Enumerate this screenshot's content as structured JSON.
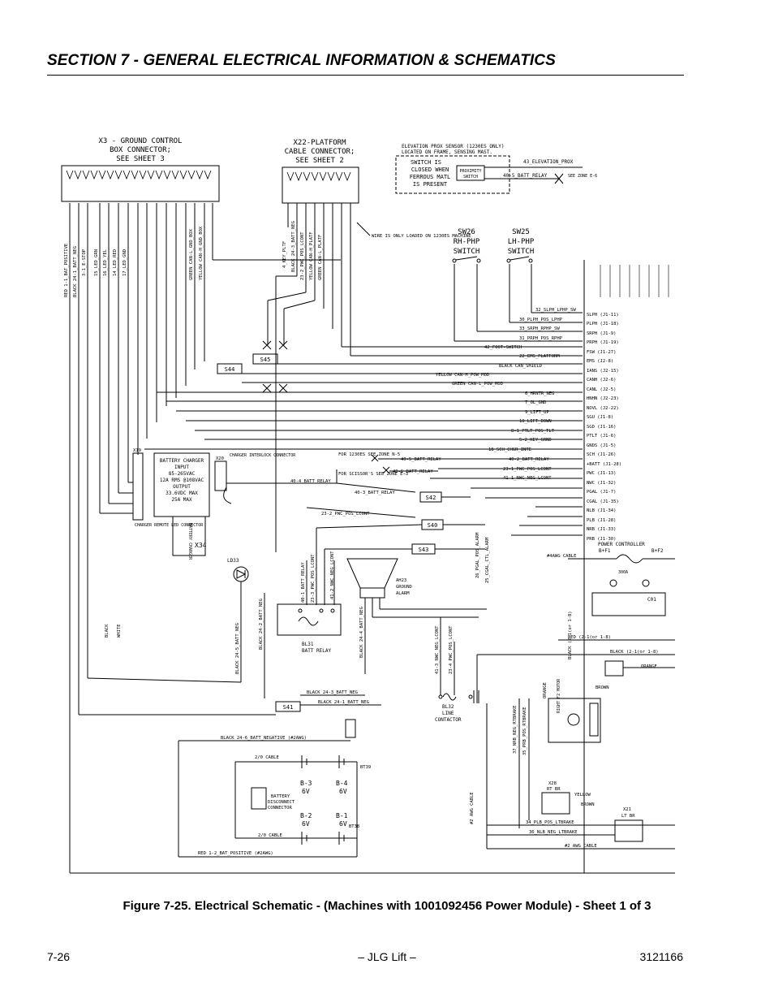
{
  "header": {
    "section_title": "SECTION 7 - GENERAL ELECTRICAL INFORMATION & SCHEMATICS"
  },
  "schematic": {
    "x3_title": "X3 - GROUND CONTROL",
    "x3_sub1": "BOX CONNECTOR;",
    "x3_sub2": "SEE SHEET 3",
    "x22_title": "X22-PLATFORM",
    "x22_sub1": "CABLE CONNECTOR;",
    "x22_sub2": "SEE SHEET 2",
    "elev_note1": "ELEVATION PROX SENSOR (1230ES ONLY)",
    "elev_note2": "LOCATED ON FRAME, SENSING MAST.",
    "switch_note1": "SWITCH IS",
    "switch_note2": "CLOSED WHEN",
    "switch_note3": "FERROUS MATL",
    "switch_note4": "IS PRESENT",
    "prox_label1": "PROXIMITY",
    "prox_label2": "SWITCH",
    "wire_elev": "43_ELEVATION_PROX",
    "wire_batt_relay_top": "40-5_BATT_RELAY",
    "see_zone_e6": "SEE ZONE E-6",
    "wire_note": "WIRE IS ONLY LOADED ON 1230ES MACHINE",
    "sw26": "SW26",
    "sw26_label1": "RH-PHP",
    "sw26_label2": "SWITCH",
    "sw25": "SW25",
    "sw25_label1": "LH-PHP",
    "sw25_label2": "SWITCH",
    "left_wires": [
      "RED 1-1_BAT_POSITIVE",
      "BLACK 24-1_BATT_NEG",
      "3-1_E-STOP",
      "15_LED_GRN",
      "16_LED_YEL",
      "14_LED_RED",
      "17_LED_GND",
      "GREEN CAN-L_GND_BOX",
      "YELLOW CAN-H_GND_BOX"
    ],
    "plat_wires": [
      "4_KEY_PLTF",
      "BLACK 24-3_BATT_NEG",
      "23-2_PWC_POS_LCONT",
      "YELLOW CAN-H_PLATF",
      "GREEN CAN-L_PLATF"
    ],
    "bus_wires": [
      "32_SLPH_LPHP_SW",
      "30_PLPH_POS_LPHP",
      "33_SRPH_RPHP_SW",
      "31_PRPH_POS_RPHP",
      "42_FOOT-SWITCH",
      "22_EMS_PLATFORM",
      "BLACK CAN_SHIELD",
      "YELLOW CAN-H_POW_MOD",
      "GREEN CAN-L_POW_MOD",
      "6_HRNTR_NEG",
      "7_OL_GND",
      "9_LIFT_UP",
      "10_LIFT_DOWN",
      "8-1_PTLT_POS_TLT",
      "5-2_KEY_GRND",
      "18_SCH_CHGR_INTE",
      "40-2_BATT_RELAY",
      "23-1_PWC_POS_LCONT",
      "41-1_NWC_NEG_LCONT"
    ],
    "pin_labels": [
      "SLPH (J1-11)",
      "PLPH (J1-18)",
      "SRPH (J1-9)",
      "PRPH (J1-19)",
      "FSW (J1-27)",
      "EMS (J2-8)",
      "IANS (J2-15)",
      "CANH (J2-6)",
      "CANL (J2-5)",
      "HNHN (J2-23)",
      "NOVL (J2-22)",
      "SGU (J1-8)",
      "SGD (J1-16)",
      "PTLT (J1-6)",
      "GNDS (J1-5)",
      "SCH (J1-26)",
      "+BATT (J1-28)",
      "PWC (J1-13)",
      "NWC (J1-32)",
      "PGAL (J1-7)",
      "CGAL (J1-35)",
      "NLB (J1-34)",
      "PLB (J1-28)",
      "NRB (J1-33)",
      "PRB (J1-30)"
    ],
    "power_controller": "POWER CONTROLLER",
    "s45": "S45",
    "s44": "S44",
    "s42": "S42",
    "s40": "S40",
    "s43": "S43",
    "s41": "S41",
    "charger_title1": "BATTERY CHARGER",
    "charger_title2": "INPUT",
    "charger_l1": "85-265VAC",
    "charger_l2": "12A RMS @108VAC",
    "charger_l3": "OUTPUT",
    "charger_l4": "33.6VDC MAX",
    "charger_l5": "25A MAX",
    "x19": "X19",
    "x20": "X20",
    "charger_interlock": "CHARGER INTERLOCK CONNECTOR",
    "charger_led": "CHARGER REMOTE LED CONNECTOR",
    "x34": "X34",
    "battery_charger": "BATTERY CHARGER",
    "for_1230es": "FOR 1230ES SEE ZONE N-5",
    "for_scissors": "FOR SCISSOR'S SEE ZONE E-3",
    "wire_40_5": "40-5_BATT_RELAY",
    "wire_40_6": "40-6_BATT_RELAY",
    "wire_40_4": "40-4_BATT_RELAY",
    "wire_40_3": "40-3_BATT_RELAY",
    "wire_23_2": "23-2_PWC_POS_LCONT",
    "ld33": "LD33",
    "ah23_1": "AH23",
    "ah23_2": "GROUND",
    "ah23_3": "ALARM",
    "bl31": "BL31",
    "batt_relay": "BATT RELAY",
    "bl32_1": "BL32",
    "bl32_2": "LINE",
    "bl32_3": "CONTACTOR",
    "black": "BLACK",
    "white": "WHITE",
    "black24_3": "BLACK 24-3_BATT_NEG",
    "black24_1": "BLACK 24-1_BATT_NEG",
    "black24_6": "BLACK 24-6_BATT_NEGATIVE (#2AWG)",
    "cable_20_top": "2/0 CABLE",
    "cable_20_bot": "2/0 CABLE",
    "red_bottom": "RED 1-2_BAT_POSITIVE (#2AWG)",
    "b3": "B-3",
    "b4": "B-4",
    "b2": "B-2",
    "b1": "B-1",
    "six_v": "6V",
    "bt39": "BT39",
    "bt38": "BT38",
    "bdc1": "BATTERY",
    "bdc2": "DISCONNECT",
    "bdc3": "CONNECTOR",
    "awg4": "#4AWG CABLE",
    "awg2_right": "#2 AWG CABLE",
    "awg2_vertical": "#2 AWG CABLE",
    "b_f1": "B+F1",
    "b_f2": "B+F2",
    "fuse_300a": "300A",
    "c01": "C01",
    "red_2_1": "RED (2-1(or 1-8)",
    "black_2_1": "BLACK (2-1(or 1-8)",
    "orange": "ORANGE",
    "brown": "BROWN",
    "yellow": "YELLOW",
    "x28_1": "X28",
    "x28_2": "RT BR",
    "x21_1": "X21",
    "x21_2": "LT BR",
    "wire_34": "34_PLB_POS_LTBRAKE",
    "wire_36": "36_NLB_NEG_LTBRAKE",
    "wire_37": "37_NRB_NEG_RTBRAKE",
    "wire_35": "35_PRB_POS_RTBRAKE",
    "right_f2_motor": "RIGHT F2 MOTOR",
    "wire_26": "26_PGAL_POS_ALARM",
    "wire_25": "25_CGAL_CTL_ALARM",
    "wire_41_3": "41-3_NWC_NEG_LCONT",
    "wire_23_4": "23-4_PWC_POS_LCONT",
    "wire_40_1": "40-1_BATT_RELAY",
    "wire_23_3": "23-3_PWC_POS_LCONT",
    "wire_41_2": "41-2_NWC_NEG_LCONT",
    "black24_5": "BLACK 24-5_BATT_NEG",
    "black24_2": "BLACK 24-2_BATT_NEG",
    "black24_4": "BLACK 24-4_BATT_NEG"
  },
  "caption": "Figure 7-25.  Electrical Schematic - (Machines with 1001092456 Power Module) - Sheet 1 of 3",
  "footer": {
    "page": "7-26",
    "brand": "– JLG Lift –",
    "doc_number": "3121166"
  }
}
